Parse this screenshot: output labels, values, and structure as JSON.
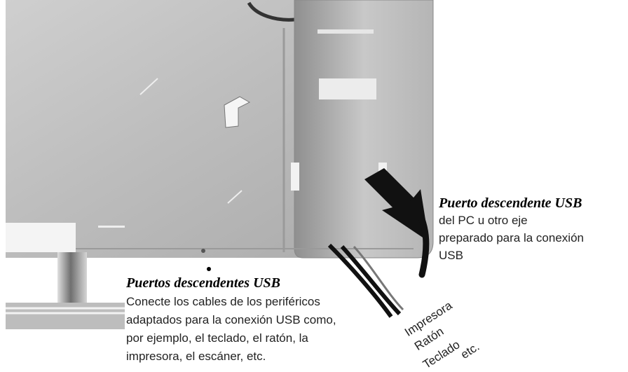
{
  "upstream": {
    "title": "Puerto descendente USB",
    "lines": [
      "del PC u otro eje",
      "preparado para la conexión",
      "USB"
    ]
  },
  "downstream": {
    "title": "Puertos descendentes USB",
    "lines": [
      "Conecte los cables de los periféricos",
      "adaptados para la conexión USB como,",
      "por ejemplo, el teclado, el ratón, la",
      "impresora, el escáner, etc."
    ]
  },
  "devices": [
    "Impresora",
    "Ratón",
    "Teclado",
    "etc."
  ]
}
